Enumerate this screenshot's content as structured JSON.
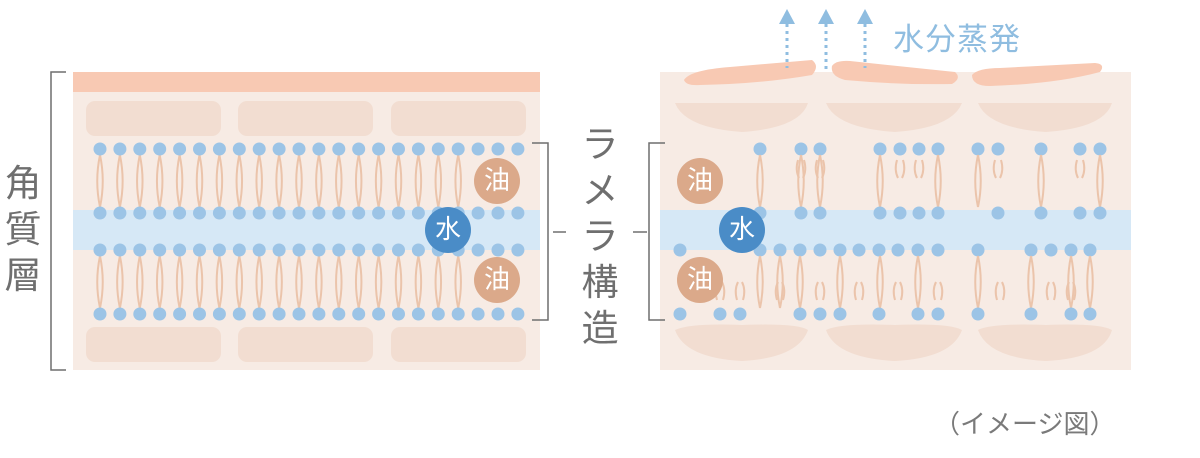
{
  "labels": {
    "stratum_corneum": [
      "角",
      "質",
      "層"
    ],
    "lamellar": [
      "ラ",
      "メ",
      "ラ",
      "構",
      "造"
    ],
    "evaporation": "水分蒸発",
    "caption": "（イメージ図）"
  },
  "badges": {
    "oil": "油",
    "water": "水"
  },
  "colors": {
    "panel_bg": "#f7ebe4",
    "top_layer": "#f8c9b3",
    "cell": "#f2ddd1",
    "lipid_head": "#9cc4e6",
    "lipid_tail": "#ebc4ab",
    "water_band": "#d6e8f6",
    "oil_badge": "#dba98a",
    "water_badge": "#4a8cc7",
    "bracket": "#6f6f6f",
    "evaporation": "#8fbde0"
  },
  "icons": {
    "evaporation": "dotted-up-arrow-icon"
  }
}
